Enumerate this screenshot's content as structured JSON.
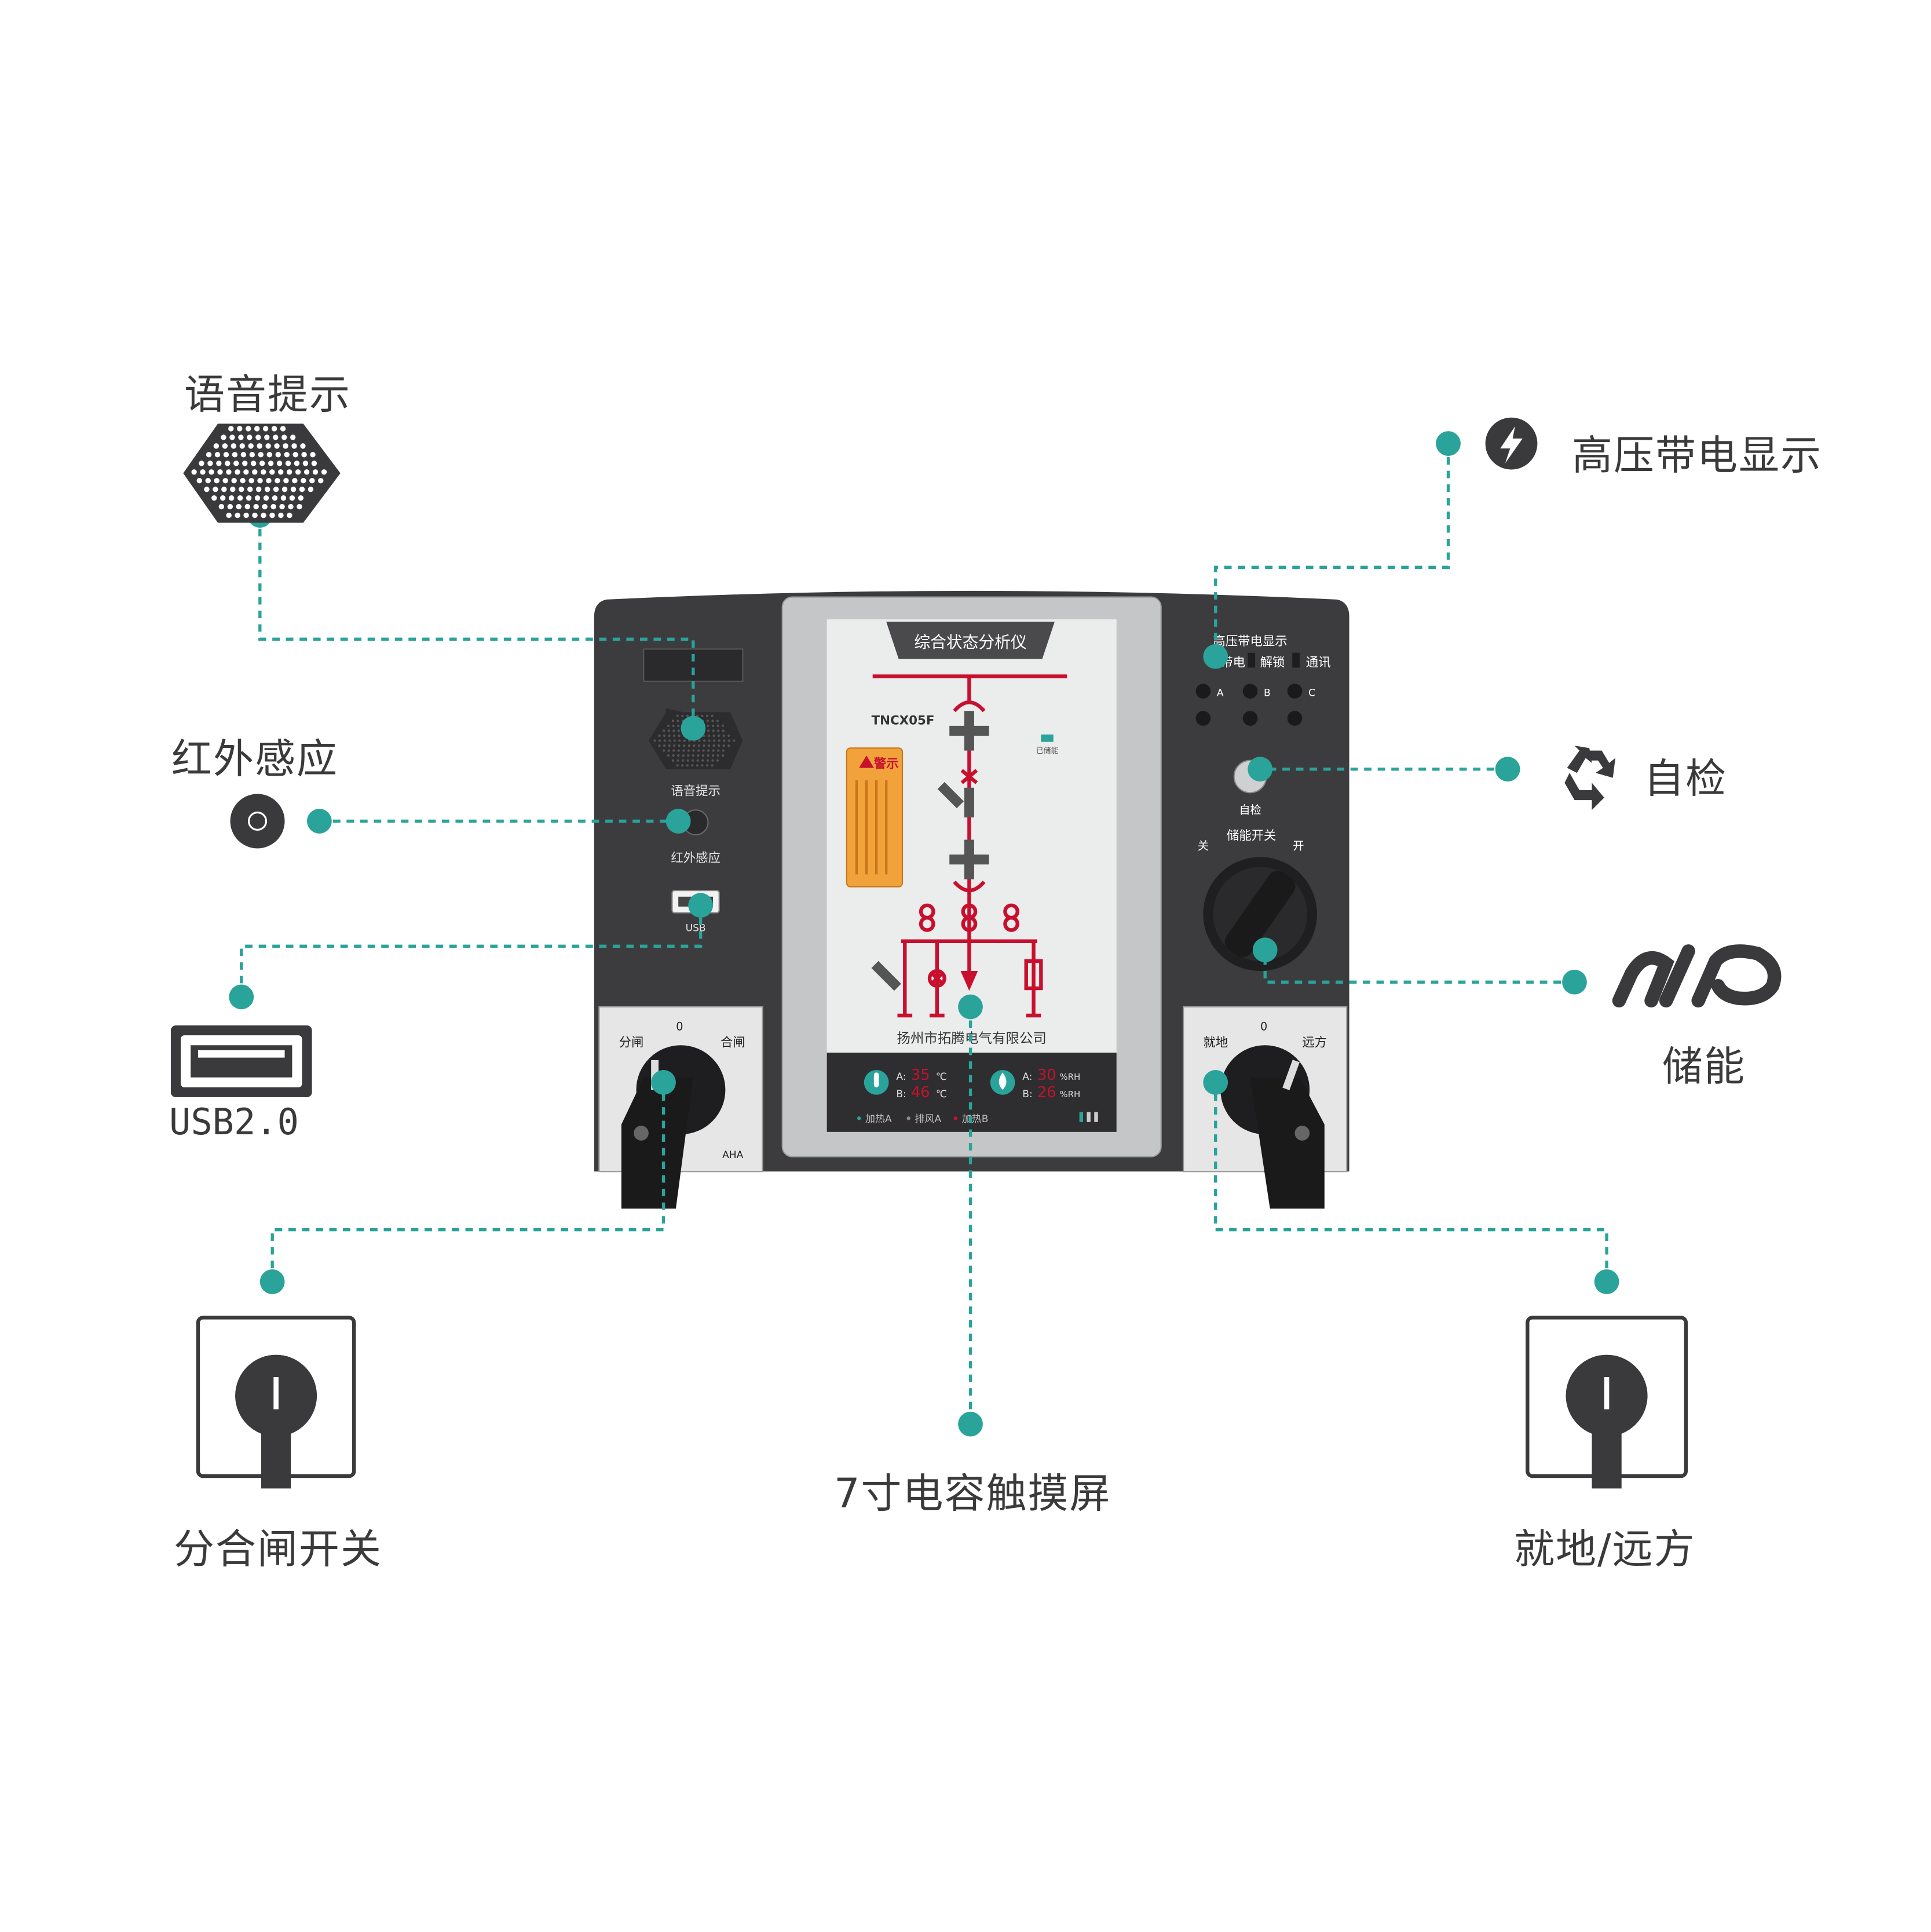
{
  "colors": {
    "accent": "#2aa39a",
    "device_body": "#3c3c3e",
    "screen_red": "#c8102e",
    "warning_orange": "#f2a23a",
    "label_text": "#3a3a3a"
  },
  "callouts": {
    "voice": "语音提示",
    "infrared": "红外感应",
    "usb": "USB2.0",
    "open_close_switch": "分合闸开关",
    "touchscreen": "7寸电容触摸屏",
    "local_remote": "就地/远方",
    "hv_display": "高压带电显示",
    "self_check": "自检",
    "energy_storage": "储能"
  },
  "icons": {
    "voice": "speaker-grille-icon",
    "infrared": "infrared-sensor-icon",
    "usb": "usb-port-icon",
    "open_close_switch": "rotary-switch-icon",
    "local_remote": "rotary-switch-icon",
    "hv_display": "lightning-bolt-icon",
    "self_check": "recycle-arrows-icon",
    "energy_storage": "spring-coil-icon"
  },
  "device": {
    "left_panel": {
      "voice_label": "语音提示",
      "ir_label": "红外感应",
      "usb_label": "USB"
    },
    "left_switch": {
      "off_label": "分闸",
      "zero_label": "0",
      "on_label": "合闸",
      "brand": "AHA"
    },
    "right_panel": {
      "hv_title": "高压带电显示",
      "indicators": [
        "带电",
        "解锁",
        "通讯"
      ],
      "phases": [
        "A",
        "B",
        "C"
      ],
      "selfcheck_label": "自检",
      "storage_switch_label": "储能开关",
      "storage_off": "关",
      "storage_on": "开"
    },
    "right_switch": {
      "local_label": "就地",
      "zero_label": "0",
      "remote_label": "远方"
    },
    "screen": {
      "title": "综合状态分析仪",
      "model": "TNCX05F",
      "stored_label": "已储能",
      "warning_title": "警示",
      "company": "扬州市拓腾电气有限公司",
      "temp_a_label": "A:",
      "temp_a_value": "35",
      "temp_b_label": "B:",
      "temp_b_value": "46",
      "temp_unit": "℃",
      "hum_a_label": "A:",
      "hum_a_value": "30",
      "hum_b_label": "B:",
      "hum_b_value": "26",
      "hum_unit": "%RH",
      "status_items": [
        "加热A",
        "排风A",
        "加热B"
      ]
    }
  }
}
